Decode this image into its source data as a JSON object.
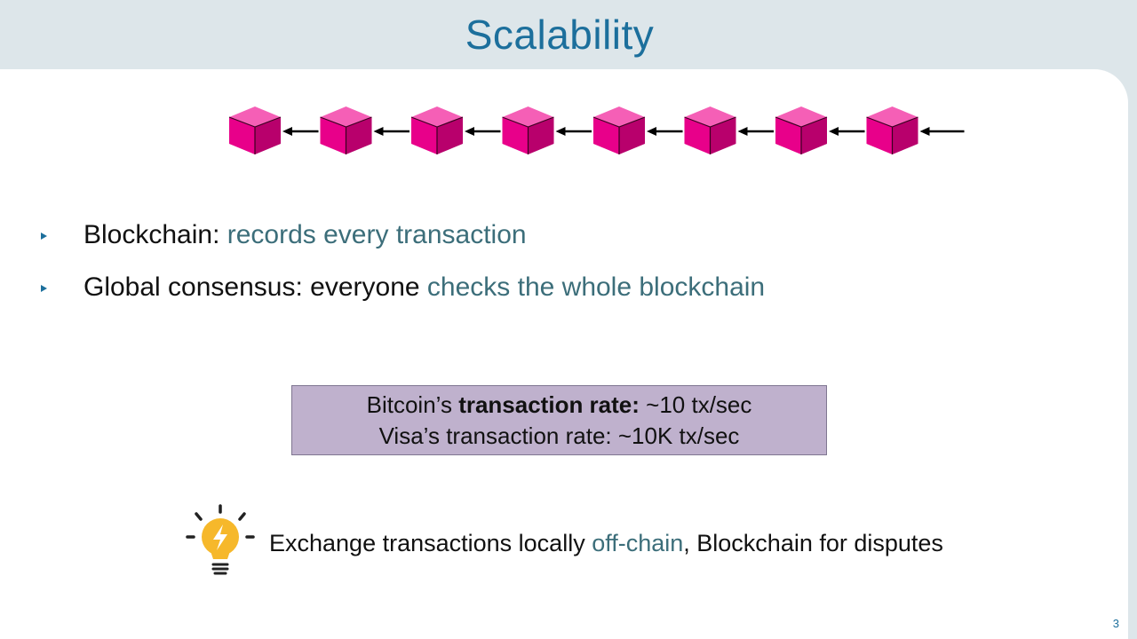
{
  "slide": {
    "title": "Scalability",
    "page_number": "3"
  },
  "chain": {
    "block_count": 8,
    "block_color": "#e8008a",
    "arrow_color": "#000000"
  },
  "bullets": [
    {
      "prefix": "Blockchain: ",
      "highlight": "records every transaction"
    },
    {
      "prefix": "Global consensus: everyone ",
      "highlight": "checks the whole blockchain"
    }
  ],
  "rate_box": {
    "line1_prefix": "Bitcoin’s ",
    "line1_bold": "transaction rate:",
    "line1_suffix": " ~10 tx/sec",
    "line2": "Visa’s transaction rate: ~10K tx/sec",
    "background": "#bfb1cd"
  },
  "tip": {
    "icon": "lightbulb-icon",
    "prefix": "Exchange transactions locally ",
    "highlight": "off-chain",
    "suffix": ", Blockchain for disputes"
  },
  "colors": {
    "title": "#1c6f9c",
    "accent_text": "#3c6e7a",
    "bulb": "#f6b82b"
  }
}
